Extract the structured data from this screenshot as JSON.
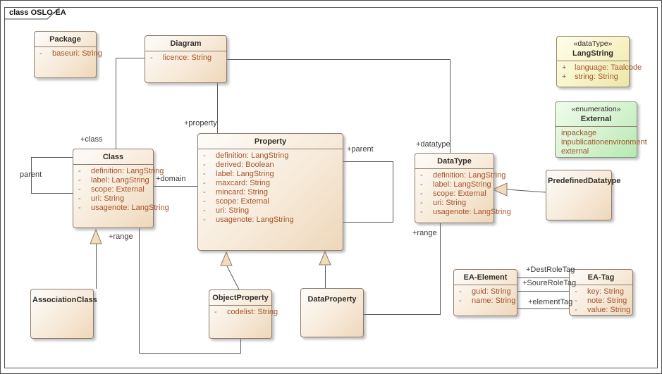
{
  "frame": {
    "tab_label": "class OSLO-EA"
  },
  "colors": {
    "box_border": "#8b7b6b",
    "box_fill_light": "#fdfcfa",
    "box_fill_dark": "#eed7ba",
    "datatype_fill": "#f7f3c8",
    "datatype_border": "#8f8a5c",
    "enumeration_fill": "#b7e9b2",
    "enumeration_border": "#7f9b78",
    "attribute_text": "#a3552c",
    "title_text": "#332e29",
    "connector": "#5a5a5a",
    "generalization_arrow_fill": "#f0dcba"
  },
  "boxes": {
    "package": {
      "title": "Package",
      "attributes": [
        {
          "vis": "-",
          "text": "baseuri: String"
        }
      ]
    },
    "diagram": {
      "title": "Diagram",
      "attributes": [
        {
          "vis": "-",
          "text": "licence: String"
        }
      ]
    },
    "class": {
      "title": "Class",
      "attributes": [
        {
          "vis": "-",
          "text": "definition: LangString"
        },
        {
          "vis": "-",
          "text": "label: LangString"
        },
        {
          "vis": "-",
          "text": "scope: External"
        },
        {
          "vis": "-",
          "text": "uri: String"
        },
        {
          "vis": "-",
          "text": "usagenote: LangString"
        }
      ]
    },
    "property": {
      "title": "Property",
      "attributes": [
        {
          "vis": "-",
          "text": "definition: LangString"
        },
        {
          "vis": "-",
          "text": "derived: Boolean"
        },
        {
          "vis": "-",
          "text": "label: LangString"
        },
        {
          "vis": "-",
          "text": "maxcard: String"
        },
        {
          "vis": "-",
          "text": "mincard: String"
        },
        {
          "vis": "-",
          "text": "scope: External"
        },
        {
          "vis": "-",
          "text": "uri: String"
        },
        {
          "vis": "-",
          "text": "usagenote: LangString"
        }
      ]
    },
    "datatype": {
      "title": "DataType",
      "attributes": [
        {
          "vis": "-",
          "text": "definition: LangString"
        },
        {
          "vis": "-",
          "text": "label: LangString"
        },
        {
          "vis": "-",
          "text": "scope: External"
        },
        {
          "vis": "-",
          "text": "uri: String"
        },
        {
          "vis": "-",
          "text": "usagenote: LangString"
        }
      ]
    },
    "predefined_datatype": {
      "title": "PredefinedDatatype"
    },
    "langstring": {
      "stereotype": "«dataType»",
      "title": "LangString",
      "attributes": [
        {
          "vis": "+",
          "text": "language: Taalcode"
        },
        {
          "vis": "+",
          "text": "string: String"
        }
      ]
    },
    "external": {
      "stereotype": "«enumeration»",
      "title": "External",
      "literals": [
        "inpackage",
        "inpublicationenvironment",
        "external"
      ]
    },
    "association_class": {
      "title": "AssociationClass"
    },
    "object_property": {
      "title": "ObjectProperty",
      "attributes": [
        {
          "vis": "-",
          "text": "codelist: String"
        }
      ]
    },
    "data_property": {
      "title": "DataProperty"
    },
    "ea_element": {
      "title": "EA-Element",
      "attributes": [
        {
          "vis": "-",
          "text": "guid: String"
        },
        {
          "vis": "-",
          "text": "name: String"
        }
      ]
    },
    "ea_tag": {
      "title": "EA-Tag",
      "attributes": [
        {
          "vis": "-",
          "text": "key: String"
        },
        {
          "vis": "-",
          "text": "note: String"
        },
        {
          "vis": "-",
          "text": "value: String"
        }
      ]
    }
  },
  "edge_labels": {
    "class_role": "+class",
    "property_role": "+property",
    "datatype_role": "+datatype",
    "domain_role": "+domain",
    "class_parent": "parent",
    "property_parent": "+parent",
    "class_range": "+range",
    "datatype_range": "+range",
    "dest_role_tag": "+DestRoleTag",
    "soure_role_tag": "+SoureRoleTag",
    "element_tag": "+elementTag"
  }
}
